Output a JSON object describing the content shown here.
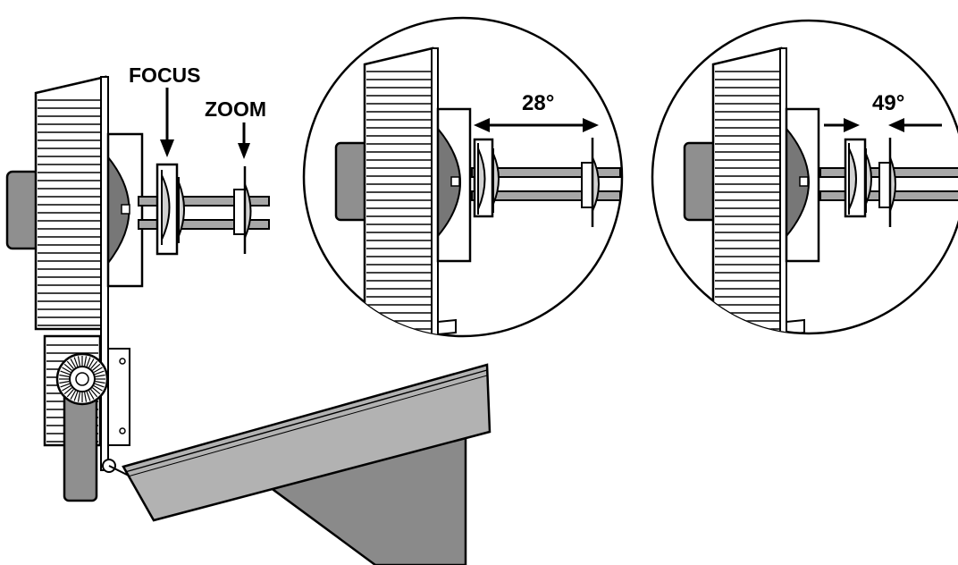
{
  "labels": {
    "focus": "FOCUS",
    "zoom": "ZOOM",
    "angle_narrow": "28°",
    "angle_wide": "49°"
  },
  "colors": {
    "outline": "#000000",
    "fin_fill": "#ffffff",
    "lamp_gray": "#777777",
    "body_gray": "#8f8f8f",
    "visor_gray": "#b2b2b2",
    "visor_shadow": "#8a8a8a",
    "rail_gray": "#a7a7a7",
    "lens_gray": "#d2d2d2"
  }
}
